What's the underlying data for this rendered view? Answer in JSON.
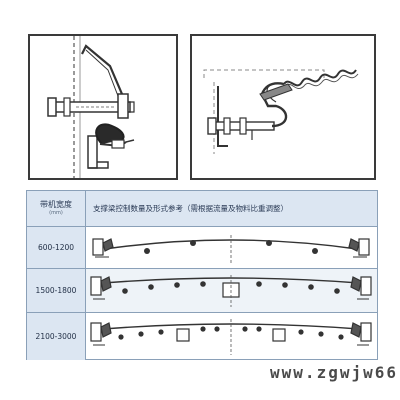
{
  "table": {
    "header": {
      "col1_title": "带机宽度",
      "col1_unit": "(mm)",
      "caption": "支撑梁控制数量及形式参考（需根据流量及物料比重调整）"
    },
    "rows": [
      {
        "range": "600-1200"
      },
      {
        "range": "1500-1800"
      },
      {
        "range": "2100-3000"
      }
    ]
  },
  "watermark": {
    "text": "www.zgwjw66"
  },
  "colors": {
    "line": "#333333",
    "grey": "#8a8a8a",
    "header_bg": "#dce6f2",
    "border": "#8aa0b8"
  }
}
